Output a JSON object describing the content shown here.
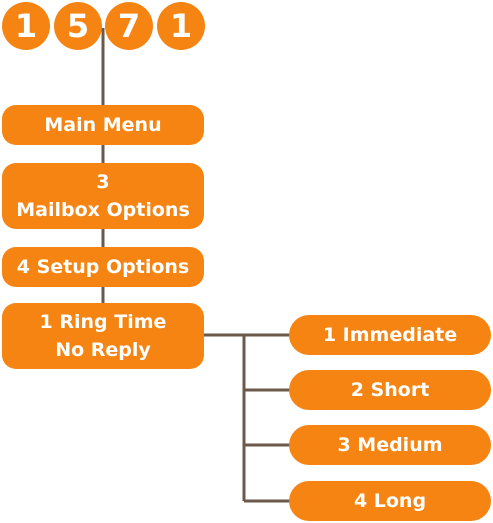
{
  "dial_code": {
    "digits": [
      "1",
      "5",
      "7",
      "1"
    ]
  },
  "menu": {
    "main_menu": "Main Menu",
    "mailbox_options": {
      "key": "3",
      "label": "Mailbox Options"
    },
    "setup_options": "4 Setup Options",
    "ring_time": {
      "line1": "1 Ring Time",
      "line2": "No Reply"
    },
    "choices": [
      "1 Immediate",
      "2 Short",
      "3 Medium",
      "4 Long"
    ]
  },
  "colors": {
    "node_fill": "#f58412",
    "node_text": "#ffffff",
    "connector": "#6b5a4c"
  }
}
